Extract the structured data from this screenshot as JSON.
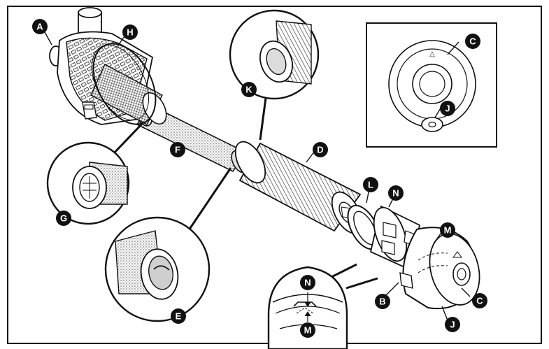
{
  "diagram": {
    "callouts": {
      "a": "A",
      "b": "B",
      "c_inset": "C",
      "c_main": "C",
      "d": "D",
      "e": "E",
      "f": "F",
      "g": "G",
      "h": "H",
      "j_inset": "J",
      "j_main": "J",
      "k": "K",
      "l": "L",
      "n_main": "N",
      "m_main": "M",
      "n_detail": "N",
      "m_detail": "M"
    },
    "inset_marker_glyph": "△",
    "colors": {
      "ink": "#111111",
      "paper": "#ffffff",
      "shade": "#cfcfcf",
      "dark_shade": "#8a8a8a"
    }
  }
}
